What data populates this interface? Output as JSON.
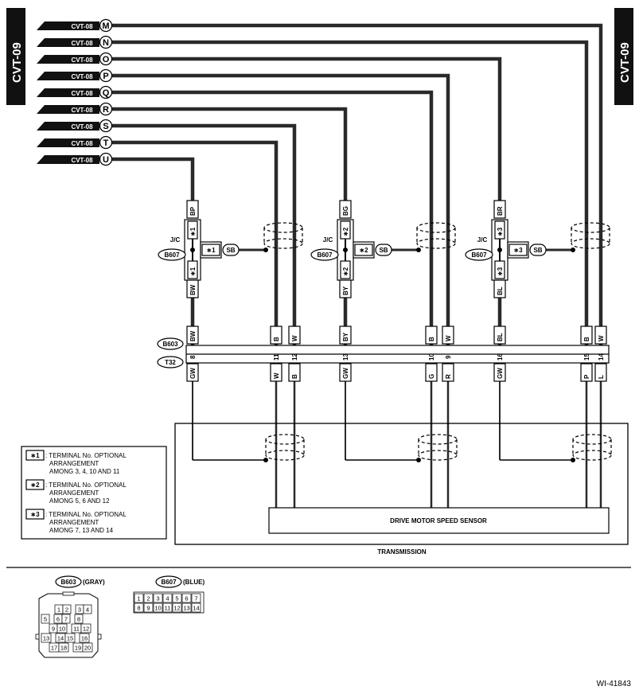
{
  "side_label": "CVT-09",
  "connector_ref": "CVT-08",
  "connector_letters": [
    "M",
    "N",
    "O",
    "P",
    "Q",
    "R",
    "S",
    "T",
    "U"
  ],
  "jc_label": "J/C",
  "jc_connector": "B607",
  "shield_wire": "SB",
  "stars": [
    "∗1",
    "∗2",
    "∗3"
  ],
  "groups": [
    {
      "star": "∗1",
      "in_top": "BP",
      "in_bot": "BW",
      "below": "BW",
      "pin": "8",
      "out": "GW"
    },
    {
      "star": "∗2",
      "in_top": "BG",
      "in_bot": "BY",
      "below": "BY",
      "pin": "13",
      "out": "GW"
    },
    {
      "star": "∗3",
      "in_top": "BR",
      "in_bot": "BL",
      "below": "BL",
      "pin": "16",
      "out": "GW"
    }
  ],
  "pins_above": [
    "B",
    "W",
    "B",
    "W",
    "B",
    "W"
  ],
  "pins": [
    "11",
    "12",
    "10",
    "9",
    "15",
    "14"
  ],
  "pins_below": [
    "W",
    "B",
    "G",
    "R",
    "P",
    "L"
  ],
  "connector_b603": "B603",
  "connector_t32": "T32",
  "legend": [
    {
      "star": "∗1",
      "lines": [
        ": TERMINAL No. OPTIONAL",
        "ARRANGEMENT",
        "AMONG 3, 4, 10 AND 11"
      ]
    },
    {
      "star": "∗2",
      "lines": [
        ": TERMINAL No. OPTIONAL",
        "ARRANGEMENT",
        "AMONG 5, 6 AND 12"
      ]
    },
    {
      "star": "∗3",
      "lines": [
        ": TERMINAL No. OPTIONAL",
        "ARRANGEMENT",
        "AMONG 7, 13 AND 14"
      ]
    }
  ],
  "sensor_label": "DRIVE MOTOR SPEED SENSOR",
  "transmission_label": "TRANSMISSION",
  "b603_connector": {
    "name": "B603",
    "color": "(GRAY)",
    "rows": [
      [
        "1",
        "2",
        "",
        "3",
        "4"
      ],
      [
        "5",
        "",
        "6",
        "7",
        "",
        "8"
      ],
      [
        "",
        "9",
        "10",
        "",
        "11",
        "12"
      ],
      [
        "13",
        "",
        "14",
        "15",
        "",
        "16"
      ],
      [
        "",
        "17",
        "18",
        "",
        "19",
        "20"
      ]
    ]
  },
  "b607_connector": {
    "name": "B607",
    "color": "(BLUE)",
    "row1": [
      "1",
      "2",
      "3",
      "4",
      "5",
      "6",
      "7"
    ],
    "row2": [
      "8",
      "9",
      "10",
      "11",
      "12",
      "13",
      "14"
    ]
  },
  "figure_id": "WI-41843"
}
